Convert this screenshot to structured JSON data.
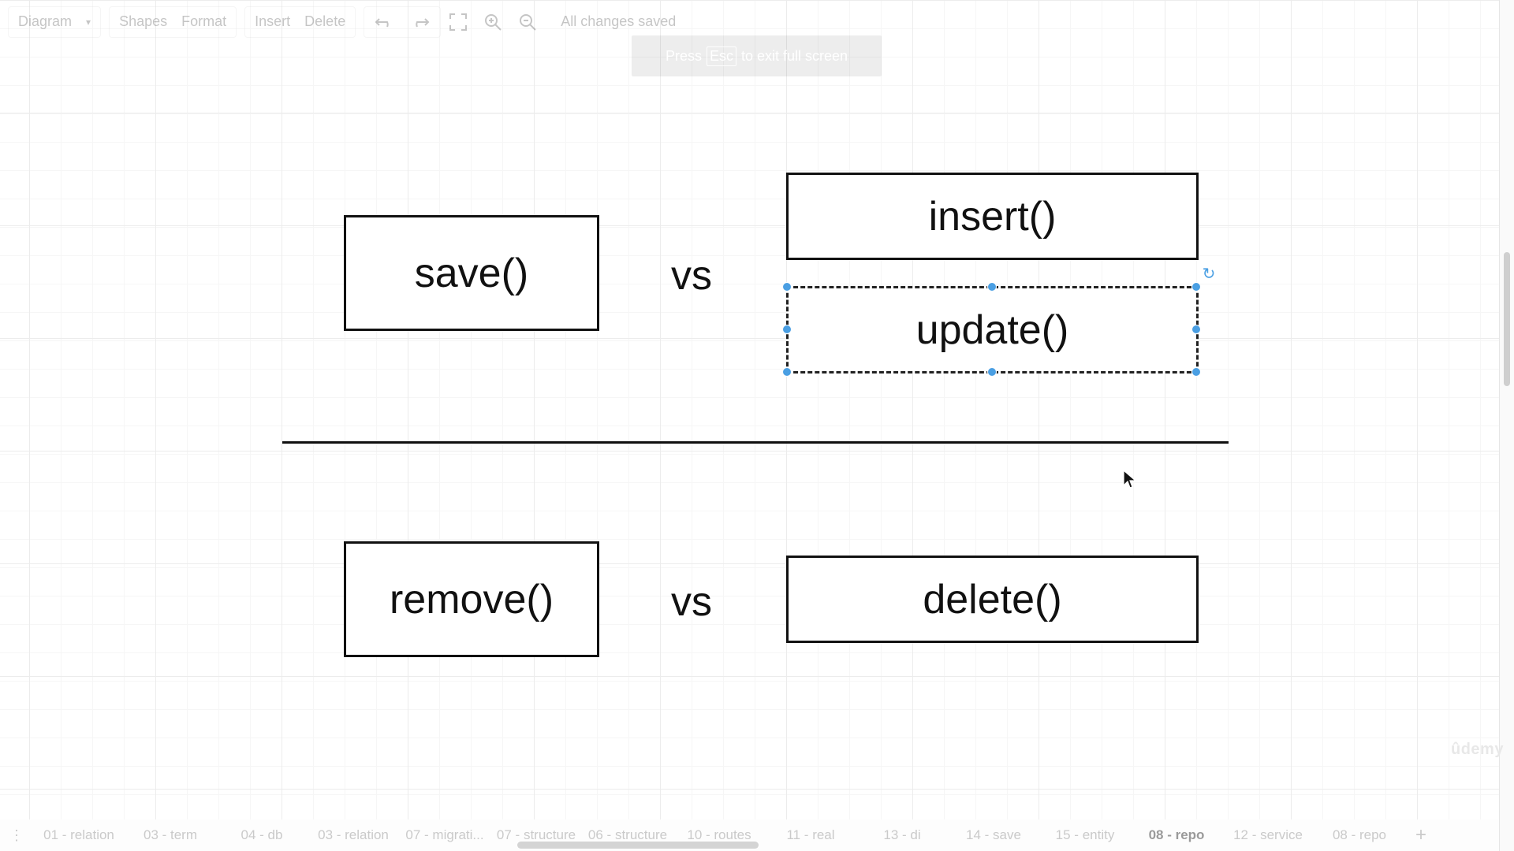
{
  "toolbar": {
    "diagram_menu": "Diagram",
    "shapes": "Shapes",
    "format": "Format",
    "insert": "Insert",
    "delete": "Delete",
    "status": "All changes saved",
    "icons": [
      "undo-icon",
      "redo-icon",
      "fullscreen-icon",
      "zoom-in-icon",
      "zoom-out-icon"
    ]
  },
  "banner": {
    "prefix": "Press",
    "key": "Esc",
    "suffix": "to exit full screen"
  },
  "diagram": {
    "save": "save()",
    "vs1": "vs",
    "insert": "insert()",
    "update": "update()",
    "remove": "remove()",
    "vs2": "vs",
    "delete": "delete()"
  },
  "watermark": "ûdemy",
  "tabs": {
    "items": [
      "01 - relation",
      "03 - term",
      "04 - db",
      "03 - relation",
      "07 - migrati...",
      "07 - structure",
      "06 - structure",
      "10 - routes",
      "11 - real",
      "13 - di",
      "14 - save",
      "15 - entity",
      "08 - repo",
      "12 - service",
      "08 - repo"
    ],
    "active_index": 12,
    "add_label": "+"
  },
  "colors": {
    "selection": "#4a9fe3",
    "stroke": "#111111"
  }
}
